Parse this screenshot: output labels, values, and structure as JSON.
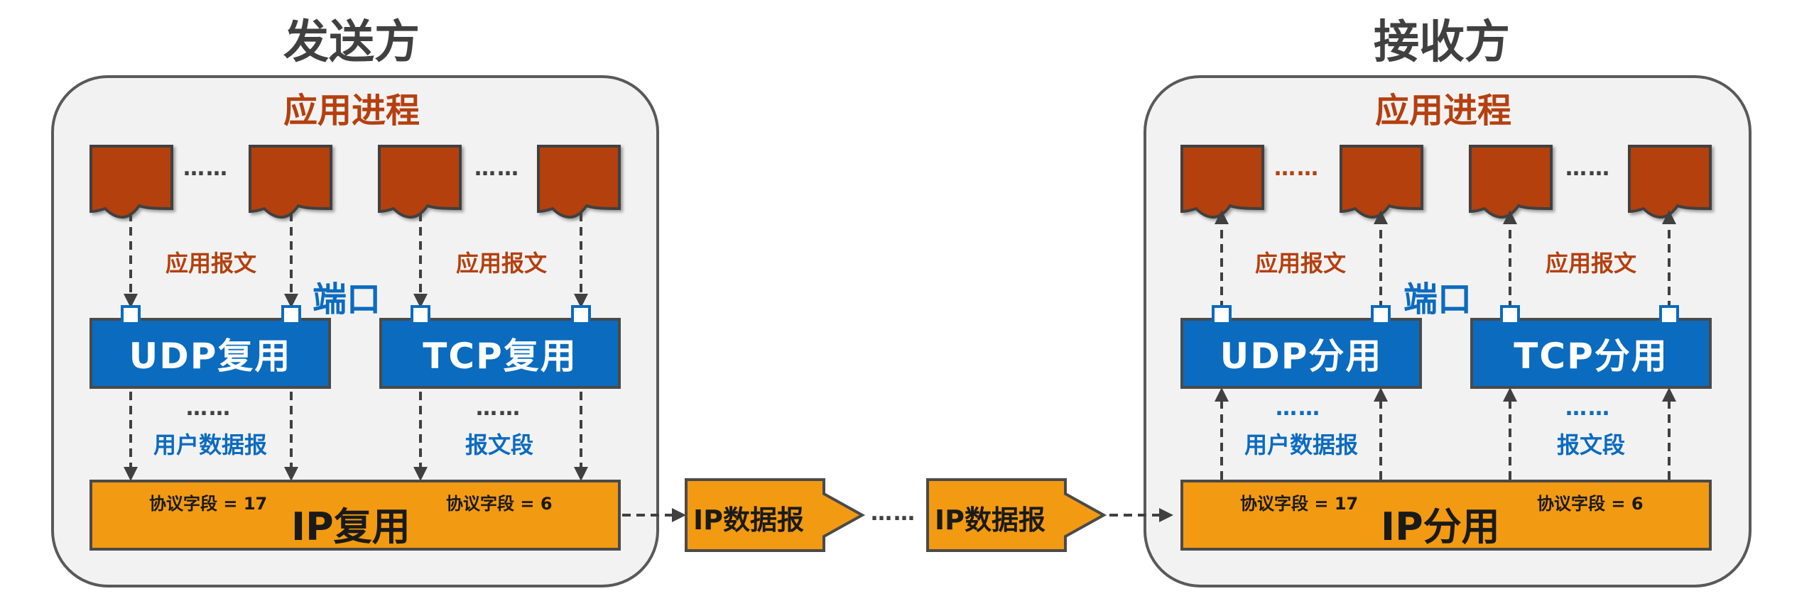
{
  "sender": {
    "title": "发送方",
    "process_title": "应用进程",
    "left_message_label": "应用报文",
    "right_message_label": "应用报文",
    "port_label": "端口",
    "udp_label": "UDP复用",
    "tcp_label": "TCP复用",
    "udp_below_label": "用户数据报",
    "tcp_below_label": "报文段",
    "ip_label": "IP复用",
    "field_udp": "协议字段 = 17",
    "field_tcp": "协议字段 = 6",
    "dots": "……"
  },
  "receiver": {
    "title": "接收方",
    "process_title": "应用进程",
    "left_message_label": "应用报文",
    "right_message_label": "应用报文",
    "port_label": "端口",
    "udp_label": "UDP分用",
    "tcp_label": "TCP分用",
    "udp_below_label": "用户数据报",
    "tcp_below_label": "报文段",
    "ip_label": "IP分用",
    "field_udp": "协议字段 = 17",
    "field_tcp": "协议字段 = 6",
    "dots": "……"
  },
  "transit": {
    "packet1": "IP数据报",
    "packet2": "IP数据报",
    "dots": "……"
  },
  "colors": {
    "process": "#b4400f",
    "mux": "#0b6bbf",
    "ip": "#f29a12",
    "panel": "#f2f2f2"
  }
}
